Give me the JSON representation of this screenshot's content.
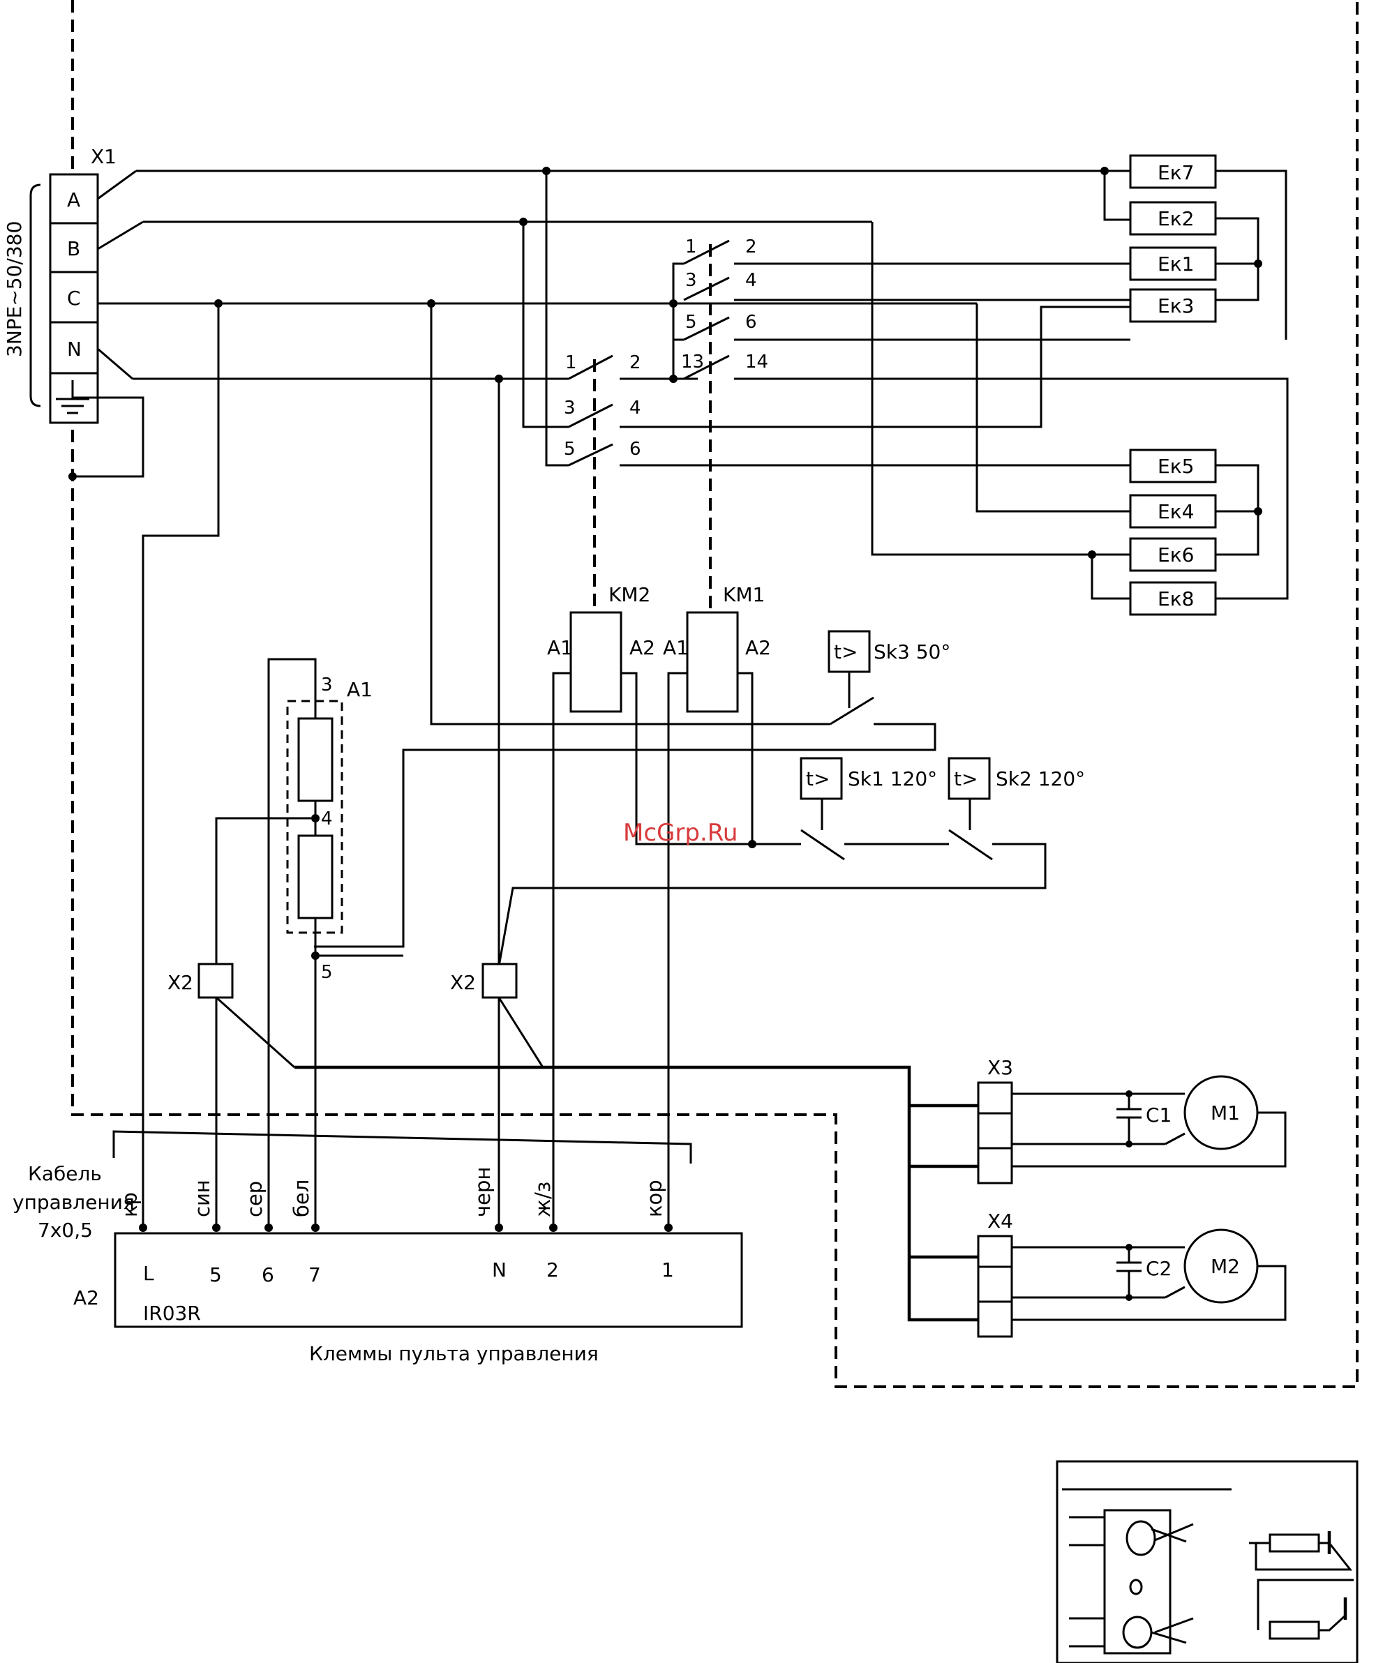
{
  "supply": {
    "terminal_block": "X1",
    "voltage": "3NPE~50/380",
    "terminals": [
      "A",
      "B",
      "C",
      "N"
    ]
  },
  "heaters": {
    "upper": [
      "Eк7",
      "Eк2",
      "Eк1",
      "Eк3"
    ],
    "lower": [
      "Eк5",
      "Eк4",
      "Eк6",
      "Eк8"
    ]
  },
  "contactors": {
    "km1": {
      "name": "KM1",
      "coil_a1": "A1",
      "coil_a2": "A2",
      "contacts": [
        "1",
        "2",
        "3",
        "4",
        "5",
        "6",
        "13",
        "14"
      ]
    },
    "km2": {
      "name": "KM2",
      "coil_a1": "A1",
      "coil_a2": "A2",
      "contacts": [
        "1",
        "2",
        "3",
        "4",
        "5",
        "6"
      ]
    }
  },
  "thermostats": {
    "symbol": "t>",
    "sk3": "Sk3 50°",
    "sk1": "Sk1 120°",
    "sk2": "Sk2 120°"
  },
  "module_a1": {
    "name": "A1",
    "pins": [
      "3",
      "4",
      "5"
    ]
  },
  "connectors": {
    "x2_left": "X2",
    "x2_right": "X2",
    "x3": "X3",
    "x4": "X4"
  },
  "motors": {
    "m1": "M1",
    "m2": "M2",
    "c1": "C1",
    "c2": "C2"
  },
  "cable": {
    "label_lines": [
      "Кабель",
      "управления",
      "7х0,5"
    ],
    "wires": [
      "кр",
      "син",
      "сер",
      "бел",
      "черн",
      "ж/з",
      "кор"
    ]
  },
  "control_panel": {
    "name": "A2",
    "model": "IR03R",
    "terminals": [
      "L",
      "5",
      "6",
      "7",
      "N",
      "2",
      "1"
    ],
    "caption": "Клеммы пульта управления"
  },
  "watermark": "McGrp.Ru"
}
